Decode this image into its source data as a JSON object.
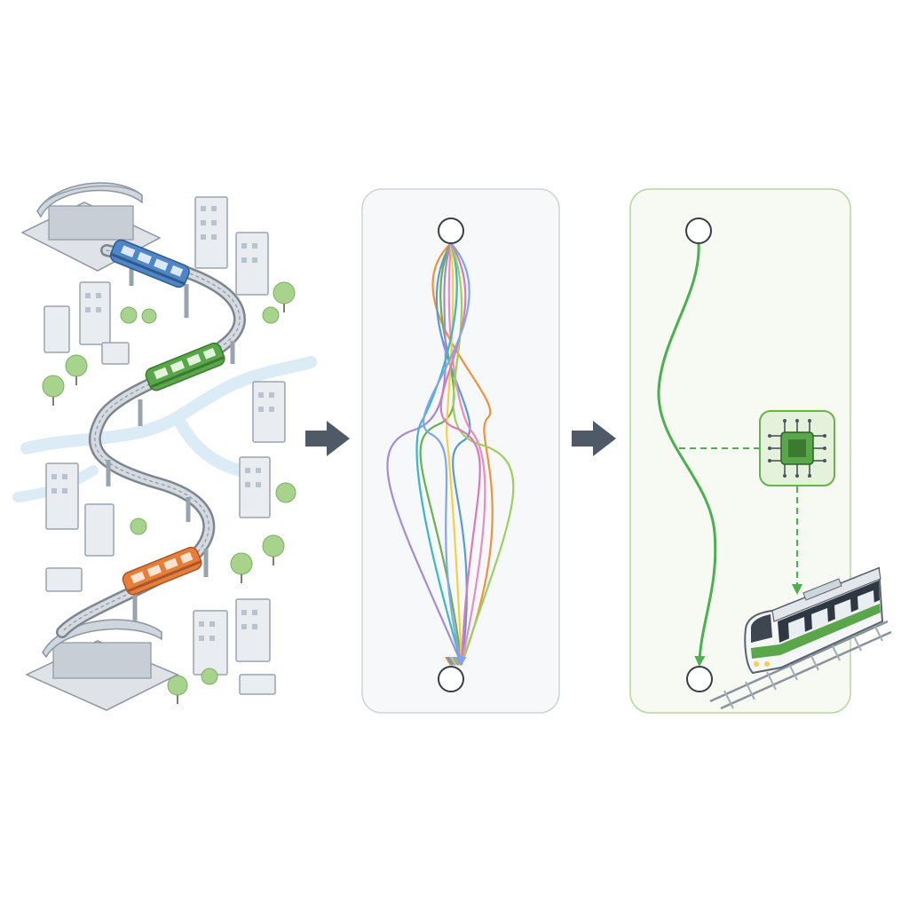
{
  "diagram": {
    "stages": [
      {
        "id": "city-metro-scene",
        "description_visible": false
      },
      {
        "id": "candidate-trajectories-panel",
        "trajectory_count": 10
      },
      {
        "id": "optimized-trajectory-panel",
        "trajectory_count": 1
      }
    ],
    "trains": [
      {
        "name": "blue-train",
        "color": "#4f86c6"
      },
      {
        "name": "green-train",
        "color": "#5aa64a"
      },
      {
        "name": "orange-train",
        "color": "#e67e3a"
      }
    ],
    "candidate_colors": [
      "#f0913f",
      "#5a9bd4",
      "#6ab04c",
      "#a48bd6",
      "#e58fbf",
      "#f2d04a",
      "#3fb6c5",
      "#9ccf62",
      "#d97ab6",
      "#7fa6e8"
    ],
    "colors": {
      "panel_fill": "#f7f8fa",
      "panel_border": "#cfd3da",
      "green_panel_fill": "#f6faf3",
      "green_panel_border": "#b6d6a4",
      "optimal_path": "#4caf50",
      "arrow": "#505a66",
      "chip_fill": "#e4f2dc",
      "chip_border": "#6ab04c",
      "river": "#dcecf7",
      "building": "#e9edf2",
      "building_edge": "#9aa3ad",
      "tree": "#a8d38d"
    },
    "icons": [
      "station-icon",
      "train-icon",
      "chip-icon",
      "arrow-right-icon"
    ]
  }
}
